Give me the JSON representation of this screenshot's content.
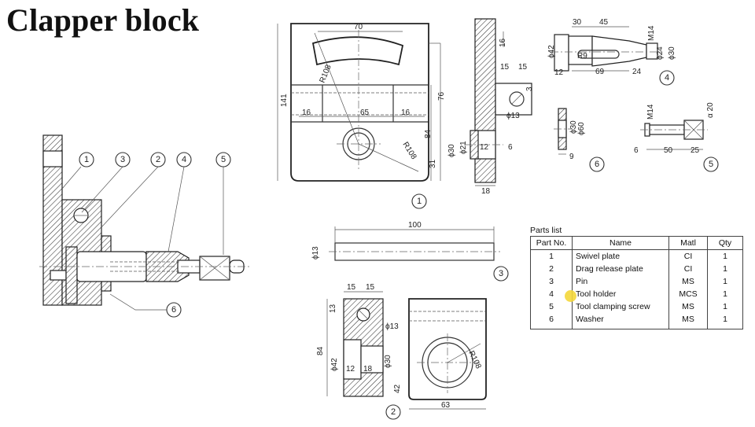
{
  "title": "Clapper block",
  "parts_list": {
    "caption": "Parts list",
    "headers": [
      "Part No.",
      "Name",
      "Matl",
      "Qty"
    ],
    "rows": [
      {
        "no": "1",
        "name": "Swivel plate",
        "matl": "CI",
        "qty": "1"
      },
      {
        "no": "2",
        "name": "Drag release plate",
        "matl": "CI",
        "qty": "1"
      },
      {
        "no": "3",
        "name": "Pin",
        "matl": "MS",
        "qty": "1"
      },
      {
        "no": "4",
        "name": "Tool holder",
        "matl": "MCS",
        "qty": "1"
      },
      {
        "no": "5",
        "name": "Tool clamping screw",
        "matl": "MS",
        "qty": "1"
      },
      {
        "no": "6",
        "name": "Washer",
        "matl": "MS",
        "qty": "1"
      }
    ]
  },
  "balloons": {
    "b1": "1",
    "b2": "2",
    "b3": "3",
    "b4": "4",
    "b5": "5",
    "b6": "6"
  },
  "dimensions": {
    "p1_70": "70",
    "p1_141": "141",
    "p1_r108a": "R108",
    "p1_r108b": "R108",
    "p1_16a": "16",
    "p1_65": "65",
    "p1_16b": "16",
    "p1_76": "76",
    "p1_84": "84",
    "p1_31": "31",
    "p1s_16": "16",
    "p1s_15a": "15",
    "p1s_15b": "15",
    "p1s_3": "3",
    "p1s_d13": "ϕ13",
    "p1s_d30": "ϕ30",
    "p1s_d21": "ϕ21",
    "p1s_12": "12",
    "p1s_6": "6",
    "p1s_18": "18",
    "p4_30": "30",
    "p4_45": "45",
    "p4_m14": "M14",
    "p4_d42": "ϕ42",
    "p4_r9": "R9",
    "p4_12": "12",
    "p4_69": "69",
    "p4_24": "24",
    "p4_d24": "ϕ24",
    "p4_d30": "ϕ30",
    "p6_d30": "ϕ30",
    "p6_d60": "ϕ60",
    "p6_9": "9",
    "p5_m14": "M14",
    "p5_a20": "α 20",
    "p5_6": "6",
    "p5_50": "50",
    "p5_25": "25",
    "p3_100": "100",
    "p3_d13": "ϕ13",
    "p2_15a": "15",
    "p2_15b": "15",
    "p2_13": "13",
    "p2_d13": "ϕ13",
    "p2_84": "84",
    "p2_d42": "ϕ42",
    "p2_12": "12",
    "p2_18": "18",
    "p2_d30": "ϕ30",
    "p2_42": "42",
    "p2_r108": "R108",
    "p2_63": "63"
  }
}
